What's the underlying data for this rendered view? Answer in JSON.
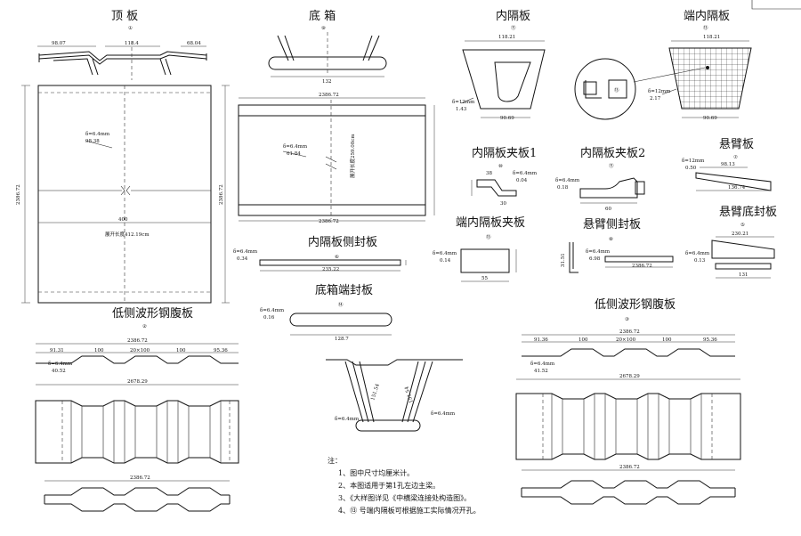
{
  "titles": {
    "top_plate": "顶  板",
    "bottom_box": "底  箱",
    "diaphragm": "内隔板",
    "end_diaphragm": "端内隔板",
    "diaphragm_clamp1": "内隔板夹板1",
    "diaphragm_clamp2": "内隔板夹板2",
    "cantilever": "悬臂板",
    "end_diaphragm_clamp": "端内隔板夹板",
    "cantilever_side_seal": "悬臂侧封板",
    "cantilever_bottom_seal": "悬臂底封板",
    "diaphragm_side_seal": "内隔板侧封板",
    "bottom_box_end_seal": "底箱端封板",
    "web_low_left": "低侧波形钢腹板",
    "web_low_right": "低侧波形钢腹板"
  },
  "marks": {
    "top_plate": "①",
    "bottom_box": "⑨",
    "diaphragm": "⑪",
    "end_diaphragm": "⑬",
    "clamp1": "⑩",
    "clamp2": "⑪",
    "cantilever": "⑦",
    "end_clamp": "⑬",
    "side_seal": "⑧",
    "bottom_seal": "⑤",
    "diaphragm_side_seal": "⑥",
    "box_end_seal": "⑭",
    "web_left": "②",
    "web_right": "③"
  },
  "dims": {
    "top_98": "98.07",
    "top_118": "118.4",
    "top_68": "68.04",
    "top_len": "2386.72",
    "top_400": "400",
    "top_note": "展开长度412.19cm",
    "top_plate_thk": "δ=6.4mm",
    "top_plate_w": "98.38",
    "box_132": "132",
    "box_len": "2386.72",
    "box_note": "展开长度259.08cm",
    "box_thk": "δ=6.4mm",
    "box_w": "61.84",
    "dia_118": "118.21",
    "dia_90": "90.69",
    "dia_thk": "δ=12mm",
    "dia_w": "1.43",
    "end_118": "118.21",
    "end_90": "90.69",
    "end_thk": "δ=12mm",
    "end_w": "2.17",
    "clamp1_thk": "δ=6.4mm",
    "clamp1_v": "0.04",
    "clamp1_30": "30",
    "clamp1_38": "38",
    "clamp2_thk": "δ=6.4mm",
    "clamp2_v": "0.18",
    "clamp2_60": "60",
    "cant_thk": "δ=12mm",
    "cant_v": "0.50",
    "cant_98": "98.13",
    "cant_136": "136.74",
    "endclamp_thk": "δ=6.4mm",
    "endclamp_v": "0.14",
    "endclamp_55": "55",
    "sideseal_thk": "δ=6.4mm",
    "sideseal_v": "6.98",
    "sideseal_len": "2386.72",
    "bottomseal_thk": "δ=6.4mm",
    "bottomseal_v": "0.13",
    "bottomseal_230": "230.21",
    "bottomseal_131": "131",
    "diaseal_thk": "δ=6.4mm",
    "diaseal_v": "0.34",
    "diaseal_len": "235.22",
    "boxend_thk": "δ=6.4mm",
    "boxend_v": "0.16",
    "boxend_len": "128.7",
    "webL_len": "2386.72",
    "webL_full": "2678.29",
    "webL_a": "91.31",
    "webL_b": "100",
    "webL_c": "20×100",
    "webL_d": "100",
    "webL_e": "95.36",
    "webL_thk": "δ=6.4mm",
    "webL_v": "40.52",
    "webR_len": "2386.72",
    "webR_full": "2678.29",
    "webR_a": "91.36",
    "webR_b": "100",
    "webR_c": "20×100",
    "webR_d": "100",
    "webR_e": "95.36",
    "webR_thk": "δ=6.4mm",
    "webR_v": "41.52",
    "sect_thk": "δ=6.4mm"
  },
  "notes": {
    "heading": "注：",
    "n1": "1、图中尺寸均厘米计。",
    "n2": "2、本图适用于第1孔左边主梁。",
    "n3": "3、《大样图详见《中横梁连接处构造图》。",
    "n4": "4、⑬ 号端内隔板可根据施工实际情况开孔。"
  }
}
